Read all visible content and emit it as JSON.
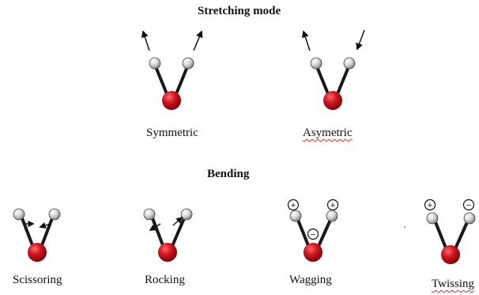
{
  "sections": {
    "stretching_title": "Stretching mode",
    "bending_title": "Bending"
  },
  "modes": {
    "symmetric": "Symmetric",
    "asymmetric": "Asymetric",
    "scissoring": "Scissoring",
    "rocking": "Rocking",
    "wagging": "Wagging",
    "twisting": "Twissing"
  },
  "symbols": {
    "plus": "+",
    "minus": "−"
  },
  "colors": {
    "oxygen": "#c4121c",
    "hydrogen": "#d6d6d6",
    "bond": "#1a1a1a",
    "text": "#111111"
  }
}
